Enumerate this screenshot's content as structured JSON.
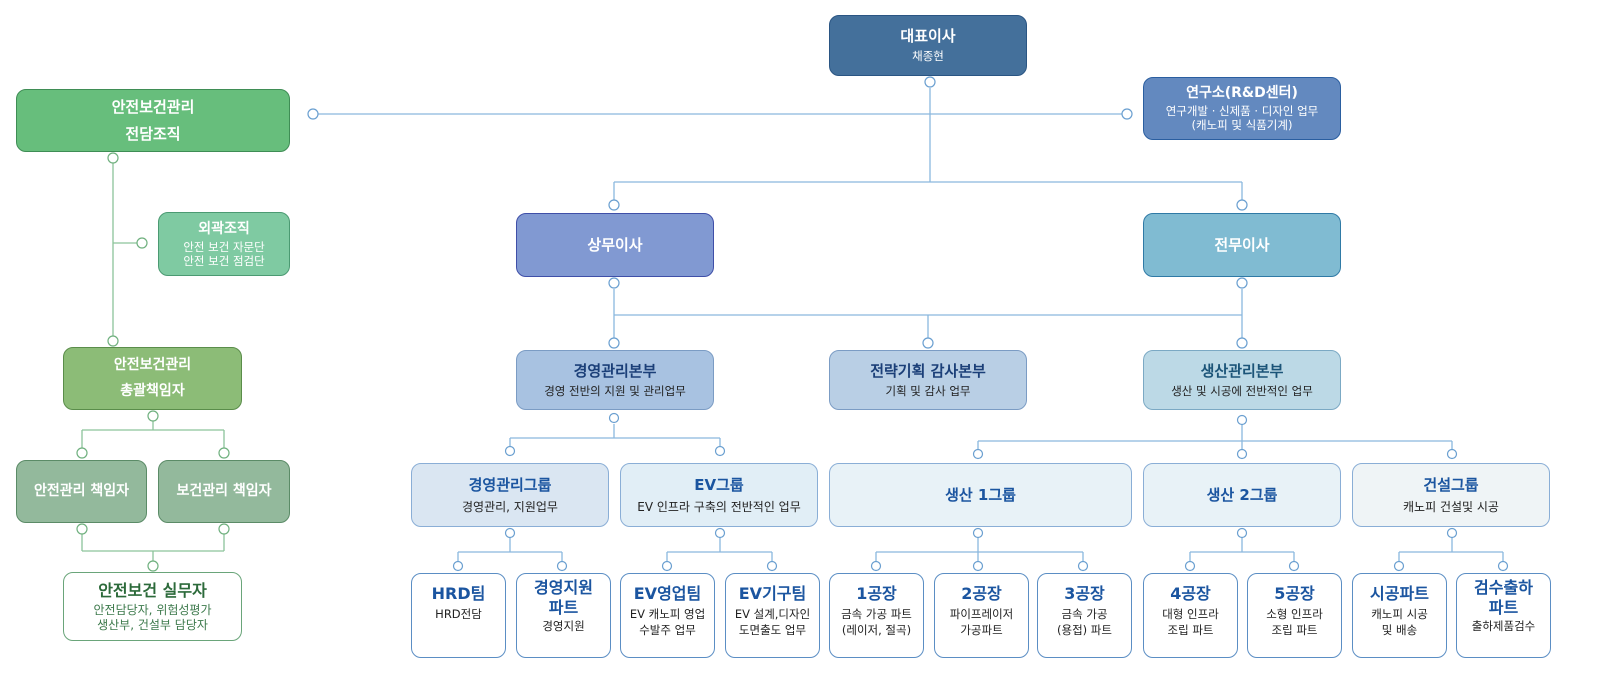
{
  "colors": {
    "blue_line": "#8ab8de",
    "green_line": "#8cc49a",
    "ceo": "#44709b",
    "rnd": "#6389bf",
    "exec_sangmu": "#8199d2",
    "exec_jeonmu": "#80bbd2",
    "safety_primary": "#67be7c"
  },
  "ceo": {
    "title": "대표이사",
    "name": "채종현"
  },
  "rnd": {
    "title": "연구소(R&D센터)",
    "desc": "연구개발 · 신제품 · 디자인 업무\n(캐노피 및 식품기계)"
  },
  "executives": [
    {
      "title": "상무이사"
    },
    {
      "title": "전무이사"
    }
  ],
  "divisions": [
    {
      "title": "경영관리본부",
      "desc": "경영 전반의 지원 및 관리업무"
    },
    {
      "title": "전략기획 감사본부",
      "desc": "기획 및 감사 업무"
    },
    {
      "title": "생산관리본부",
      "desc": "생산 및 시공에 전반적인 업무"
    }
  ],
  "groups": [
    {
      "title": "경영관리그룹",
      "desc": "경영관리, 지원업무"
    },
    {
      "title": "EV그룹",
      "desc": "EV 인프라 구축의 전반적인 업무"
    },
    {
      "title": "생산 1그룹",
      "desc": ""
    },
    {
      "title": "생산 2그룹",
      "desc": ""
    },
    {
      "title": "건설그룹",
      "desc": "캐노피 건설및 시공"
    }
  ],
  "teams": [
    {
      "title": "HRD팀",
      "desc": "HRD전담"
    },
    {
      "title": "경영지원\n파트",
      "desc": "경영지원"
    },
    {
      "title": "EV영업팀",
      "desc": "EV 캐노피 영업\n수발주 업무"
    },
    {
      "title": "EV기구팀",
      "desc": "EV 설계,디자인\n도면출도 업무"
    },
    {
      "title": "1공장",
      "desc": "금속 가공 파트\n(레이저, 절곡)"
    },
    {
      "title": "2공장",
      "desc": "파이프레이저\n가공파트"
    },
    {
      "title": "3공장",
      "desc": "금속 가공\n(용접) 파트"
    },
    {
      "title": "4공장",
      "desc": "대형 인프라\n조립 파트"
    },
    {
      "title": "5공장",
      "desc": "소형 인프라\n조립 파트"
    },
    {
      "title": "시공파트",
      "desc": "캐노피 시공\n및 배송"
    },
    {
      "title": "검수출하\n파트",
      "desc": "출하제품검수"
    }
  ],
  "safety": {
    "dedicated_org": {
      "title": "안전보건관리\n전담조직"
    },
    "external_org": {
      "title": "외곽조직",
      "desc": "안전 보건 자문단\n안전 보건 점검단"
    },
    "general_manager": {
      "title": "안전보건관리\n총괄책임자"
    },
    "safety_manager": {
      "title": "안전관리 책임자"
    },
    "health_manager": {
      "title": "보건관리 책임자"
    },
    "practitioner": {
      "title": "안전보건 실무자",
      "desc": "안전담당자, 위험성평가\n생산부, 건설부 담당자"
    }
  }
}
